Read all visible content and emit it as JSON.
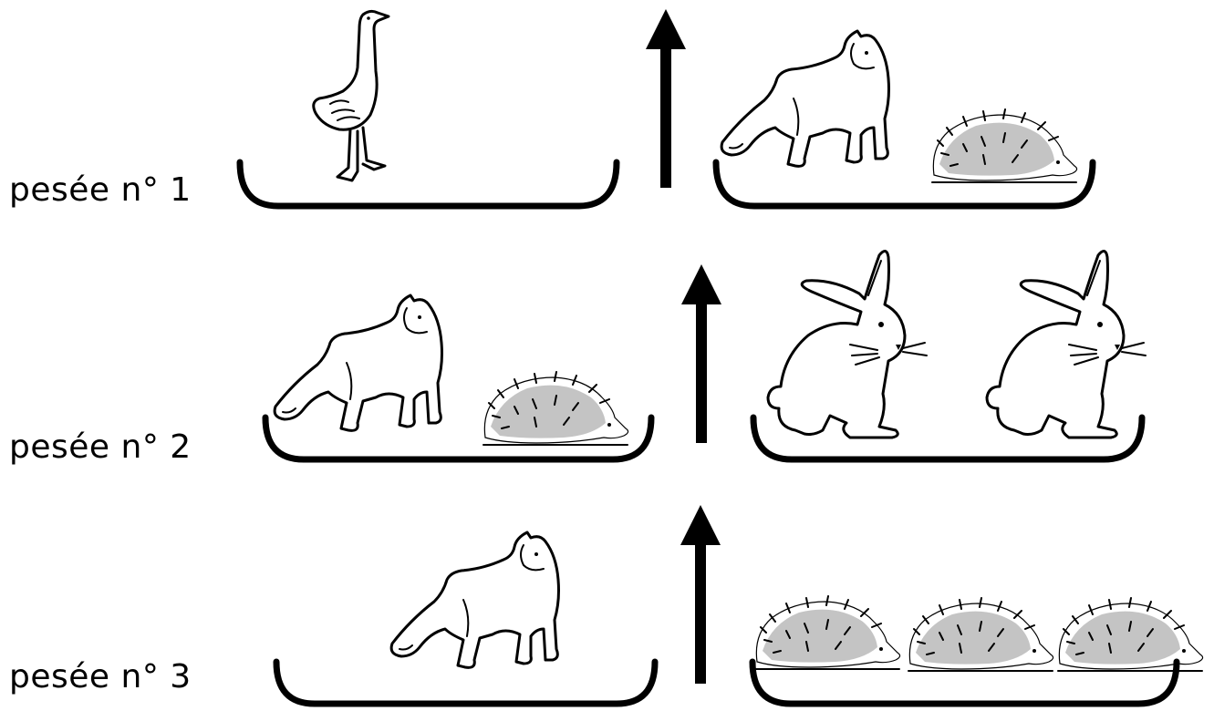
{
  "weighings": [
    {
      "label": "pesée n° 1",
      "left_pan": [
        "goose-icon"
      ],
      "right_pan": [
        "cat-icon",
        "hedgehog-icon"
      ],
      "balance": "up-arrow-icon"
    },
    {
      "label": "pesée n° 2",
      "left_pan": [
        "cat-icon",
        "hedgehog-icon"
      ],
      "right_pan": [
        "rabbit-icon",
        "rabbit-icon"
      ],
      "balance": "up-arrow-icon"
    },
    {
      "label": "pesée n° 3",
      "left_pan": [
        "cat-icon"
      ],
      "right_pan": [
        "hedgehog-icon",
        "hedgehog-icon",
        "hedgehog-icon"
      ],
      "balance": "up-arrow-icon"
    }
  ]
}
